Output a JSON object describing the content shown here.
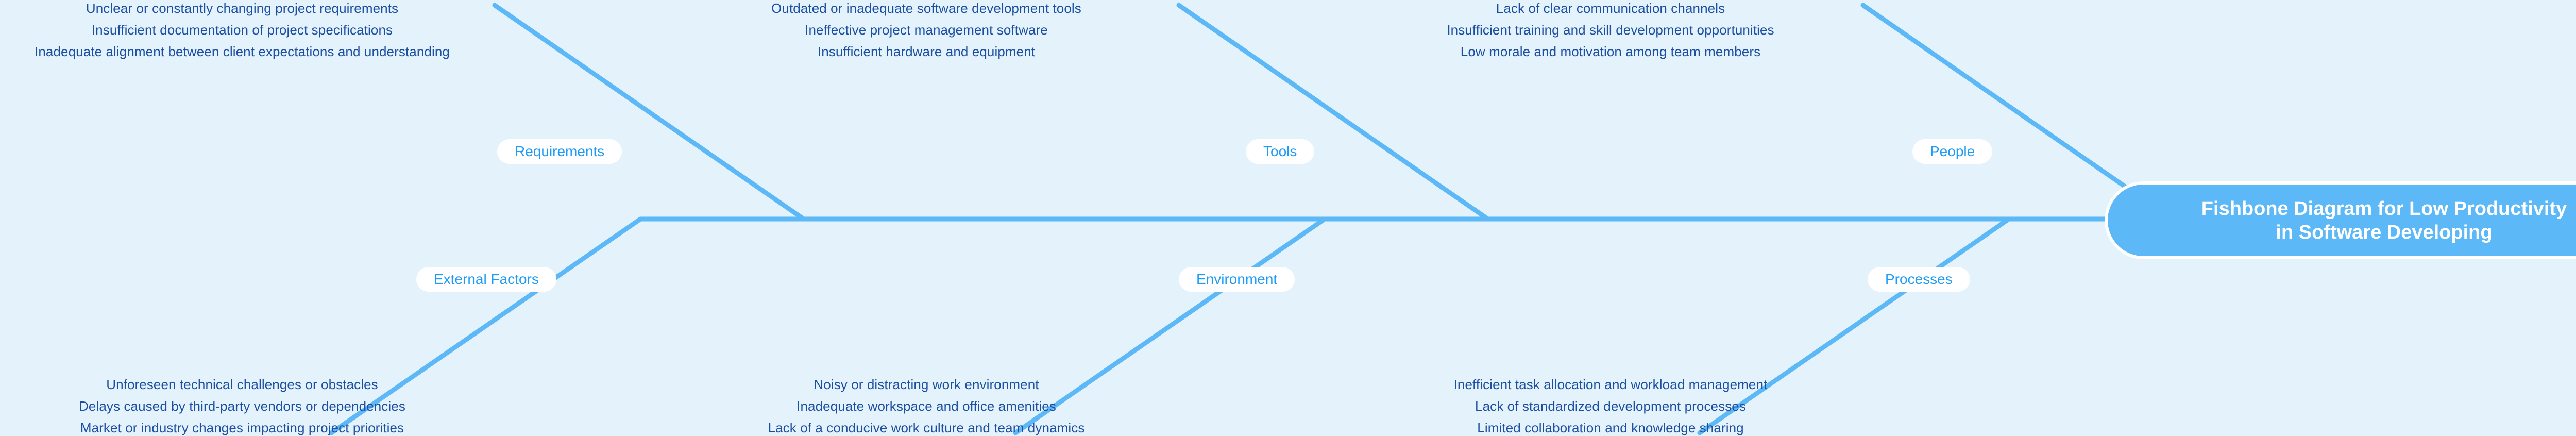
{
  "diagram": {
    "kind": "fishbone-diagram",
    "head_title_line1": "Fishbone Diagram for Low Productivity",
    "head_title_line2": "in Software Developing",
    "head_title": "Fishbone Diagram for Low Productivity in Software Developing"
  },
  "colors": {
    "background": "#e4f2fc",
    "bone": "#5cb8f7",
    "spine": "#5cb8f7",
    "pill_background": "#ffffff",
    "pill_text": "#1d9bf7",
    "cause_text": "#1c4fa1",
    "head_background": "#5cb8f7",
    "head_border": "#ffffff",
    "head_text": "#ffffff"
  },
  "categories": [
    {
      "id": "requirements",
      "label": "Requirements",
      "position": "top",
      "causes": [
        "Unclear or constantly changing project requirements",
        "Insufficient documentation of project specifications",
        "Inadequate alignment between client expectations and understanding"
      ]
    },
    {
      "id": "tools",
      "label": "Tools",
      "position": "top",
      "causes": [
        "Outdated or inadequate software development tools",
        "Ineffective project management software",
        "Insufficient hardware and equipment"
      ]
    },
    {
      "id": "people",
      "label": "People",
      "position": "top",
      "causes": [
        "Lack of clear communication channels",
        "Insufficient training and skill development opportunities",
        "Low morale and motivation among team members"
      ]
    },
    {
      "id": "external-factors",
      "label": "External Factors",
      "position": "bottom",
      "causes": [
        "Unforeseen technical challenges or obstacles",
        "Delays caused by third-party vendors or dependencies",
        "Market or industry changes impacting project priorities"
      ]
    },
    {
      "id": "environment",
      "label": "Environment",
      "position": "bottom",
      "causes": [
        "Noisy or distracting work environment",
        "Inadequate workspace and office amenities",
        "Lack of a conducive work culture and team dynamics"
      ]
    },
    {
      "id": "processes",
      "label": "Processes",
      "position": "bottom",
      "causes": [
        "Inefficient task allocation and workload management",
        "Lack of standardized development processes",
        "Limited collaboration and knowledge sharing"
      ]
    }
  ]
}
